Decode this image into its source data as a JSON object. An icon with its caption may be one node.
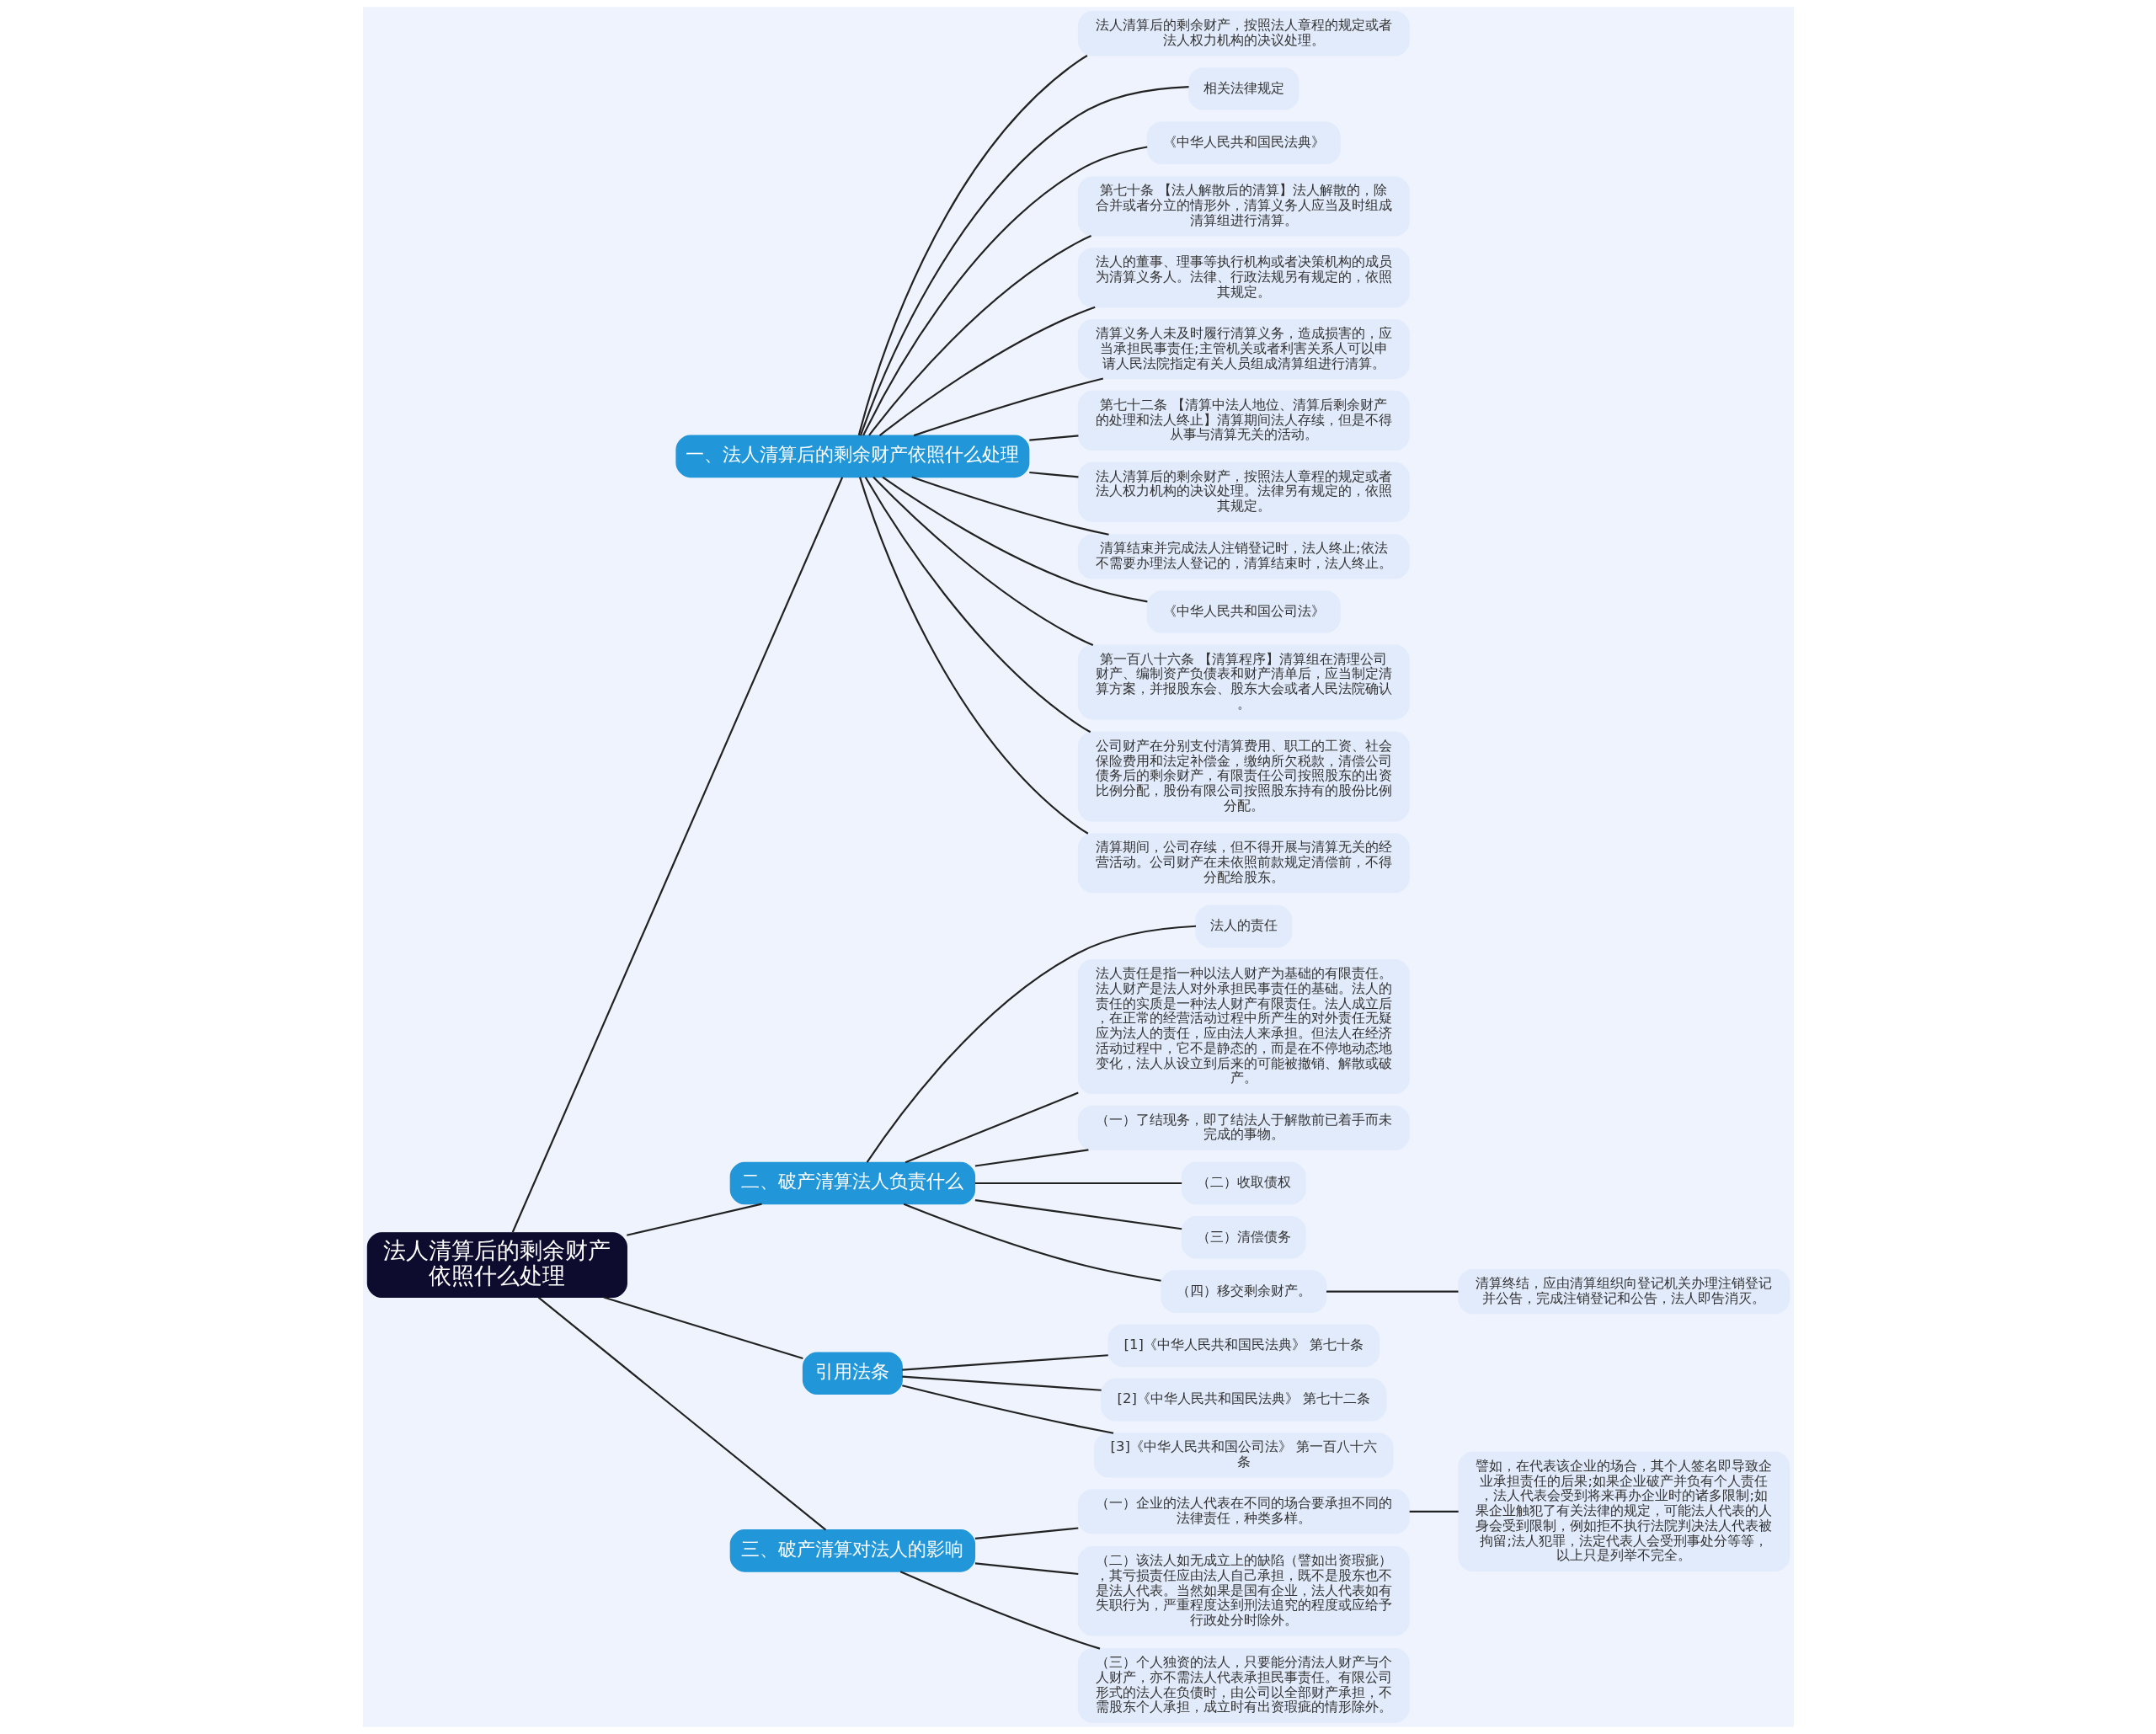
{
  "diagram": {
    "nodes": [
      {
        "text": [
          "法人清算后的剩余财产依照什么处理"
        ]
      },
      {
        "text": [
          "一、法人清算后的剩余财产依照什么处理"
        ]
      },
      {
        "text": [
          "法人清算后的剩余财产，按照法人章程的规定或者法人权力机构的决议处理。"
        ]
      },
      {
        "text": [
          "相关法律规定"
        ]
      },
      {
        "text": [
          "《中华人民共和国民法典》"
        ]
      },
      {
        "text": [
          "第七十条 【法人解散后的清算】法人解散的，除合并或者分立的情形外，清算义务人应当及时组成清算组进行清算。"
        ]
      },
      {
        "text": [
          "法人的董事、理事等执行机构或者决策机构的成员为清算义务人。法律、行政法规另有规定的，依照其规定。"
        ]
      },
      {
        "text": [
          "清算义务人未及时履行清算义务，造成损害的，应当承担民事责任;主管机关或者利害关系人可以申请人民法院指定有关人员组成清算组进行清算。"
        ]
      },
      {
        "text": [
          "第七十二条 【清算中法人地位、清算后剩余财产的处理和法人终止】清算期间法人存续，但是不得从事与清算无关的活动。"
        ]
      },
      {
        "text": [
          "法人清算后的剩余财产，按照法人章程的规定或者法人权力机构的决议处理。法律另有规定的，依照其规定。"
        ]
      },
      {
        "text": [
          "清算结束并完成法人注销登记时，法人终止;依法不需要办理法人登记的，清算结束时，法人终止。"
        ]
      },
      {
        "text": [
          "《中华人民共和国公司法》"
        ]
      },
      {
        "text": [
          "第一百八十六条 【清算程序】清算组在清理公司财产、编制资产负债表和财产清单后，应当制定清算方案，并报股东会、股东大会或者人民法院确认。"
        ]
      },
      {
        "text": [
          "公司财产在分别支付清算费用、职工的工资、社会保险费用和法定补偿金，缴纳所欠税款，清偿公司债务后的剩余财产，有限责任公司按照股东的出资比例分配，股份有限公司按照股东持有的股份比例分配。"
        ]
      },
      {
        "text": [
          "清算期间，公司存续，但不得开展与清算无关的经营活动。公司财产在未依照前款规定清偿前，不得分配给股东。"
        ]
      },
      {
        "text": [
          "二、破产清算法人负责什么"
        ]
      },
      {
        "text": [
          "法人的责任"
        ]
      },
      {
        "text": [
          "法人责任是指一种以法人财产为基础的有限责任。法人财产是法人对外承担民事责任的基础。法人的责任的实质是一种法人财产有限责任。法人成立后，在正常的经营活动过程中所产生的对外责任无疑应为法人的责任，应由法人来承担。但法人在经济活动过程中，它不是静态的，而是在不停地动态地变化，法人从设立到后来的可能被撤销、解散或破产。"
        ]
      },
      {
        "text": [
          "（一）了结现务，即了结法人于解散前已着手而未完成的事物。"
        ]
      },
      {
        "text": [
          "（二）收取债权"
        ]
      },
      {
        "text": [
          "（三）清偿债务"
        ]
      },
      {
        "text": [
          "（四）移交剩余财产。"
        ]
      },
      {
        "text": [
          "清算终结，应由清算组织向登记机关办理注销登记并公告，完成注销登记和公告，法人即告消灭。"
        ]
      },
      {
        "text": [
          "引用法条"
        ]
      },
      {
        "text": [
          "[1]《中华人民共和国民法典》 第七十条"
        ]
      },
      {
        "text": [
          "[2]《中华人民共和国民法典》 第七十二条"
        ]
      },
      {
        "text": [
          "[3]《中华人民共和国公司法》 第一百八十六条"
        ]
      },
      {
        "text": [
          "三、破产清算对法人的影响"
        ]
      },
      {
        "text": [
          "（一）企业的法人代表在不同的场合要承担不同的法律责任，种类多样。"
        ]
      },
      {
        "text": [
          "譬如，在代表该企业的场合，其个人签名即导致企业承担责任的后果;如果企业破产并负有个人责任，法人代表会受到将来再办企业时的诸多限制;如果企业触犯了有关法律的规定，可能法人代表的人身会受到限制，例如拒不执行法院判决法人代表被拘留;法人犯罪，法定代表人会受刑事处分等等，以上只是列举不完全。"
        ]
      },
      {
        "text": [
          "（二）该法人如无成立上的缺陷（譬如出资瑕疵），其亏损责任应由法人自己承担，既不是股东也不是法人代表。当然如果是国有企业，法人代表如有失职行为，严重程度达到刑法追究的程度或应给予行政处分时除外。"
        ]
      },
      {
        "text": [
          "（三）个人独资的法人，只要能分清法人财产与个人财产，亦不需法人代表承担民事责任。有限公司形式的法人在负债时，由公司以全部财产承担，不需股东个人承担，成立时有出资瑕疵的情形除外。"
        ]
      }
    ],
    "edges": [
      {
        "from": 0,
        "to": 1,
        "arrow": "none"
      },
      {
        "from": 1,
        "to": 2,
        "arrow": "none"
      },
      {
        "from": 1,
        "to": 3,
        "arrow": "none"
      },
      {
        "from": 1,
        "to": 4,
        "arrow": "none"
      },
      {
        "from": 1,
        "to": 5,
        "arrow": "none"
      },
      {
        "from": 1,
        "to": 6,
        "arrow": "none"
      },
      {
        "from": 1,
        "to": 7,
        "arrow": "none"
      },
      {
        "from": 1,
        "to": 8,
        "arrow": "none"
      },
      {
        "from": 1,
        "to": 9,
        "arrow": "none"
      },
      {
        "from": 1,
        "to": 10,
        "arrow": "none"
      },
      {
        "from": 1,
        "to": 11,
        "arrow": "none"
      },
      {
        "from": 1,
        "to": 12,
        "arrow": "none"
      },
      {
        "from": 1,
        "to": 13,
        "arrow": "none"
      },
      {
        "from": 1,
        "to": 14,
        "arrow": "none"
      },
      {
        "from": 0,
        "to": 15,
        "arrow": "none"
      },
      {
        "from": 15,
        "to": 16,
        "arrow": "none"
      },
      {
        "from": 15,
        "to": 17,
        "arrow": "none"
      },
      {
        "from": 15,
        "to": 18,
        "arrow": "none"
      },
      {
        "from": 15,
        "to": 19,
        "arrow": "none"
      },
      {
        "from": 15,
        "to": 20,
        "arrow": "none"
      },
      {
        "from": 15,
        "to": 21,
        "arrow": "none"
      },
      {
        "from": 21,
        "to": 22,
        "arrow": "none"
      },
      {
        "from": 0,
        "to": 23,
        "arrow": "none"
      },
      {
        "from": 23,
        "to": 24,
        "arrow": "none"
      },
      {
        "from": 23,
        "to": 25,
        "arrow": "none"
      },
      {
        "from": 23,
        "to": 26,
        "arrow": "none"
      },
      {
        "from": 0,
        "to": 27,
        "arrow": "none"
      },
      {
        "from": 27,
        "to": 28,
        "arrow": "none"
      },
      {
        "from": 28,
        "to": 29,
        "arrow": "none"
      },
      {
        "from": 27,
        "to": 30,
        "arrow": "none"
      },
      {
        "from": 27,
        "to": 31,
        "arrow": "none"
      }
    ]
  }
}
